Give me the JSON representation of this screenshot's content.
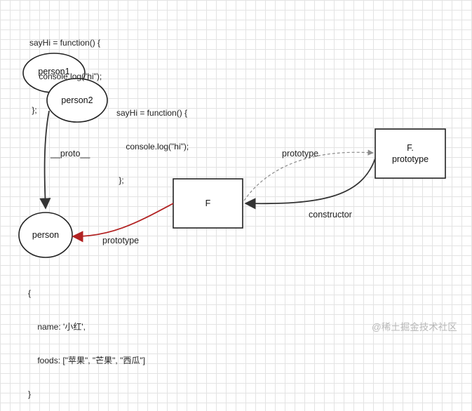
{
  "code_blocks": {
    "top": [
      "sayHi = function() {",
      "    console.log(\"hi\");",
      " };"
    ],
    "right": [
      "sayHi = function() {",
      "    console.log(\"hi\");",
      " };"
    ],
    "bottom": [
      "{",
      "    name: '小红',",
      "    foods: [\"苹果\", \"芒果\", \"西瓜\"]",
      "}"
    ]
  },
  "nodes": {
    "person1": "person1",
    "person2": "person2",
    "person": "person",
    "F": "F",
    "F_prototype": [
      "F.",
      "prototype"
    ]
  },
  "edges": {
    "proto": "__proto__",
    "prototype_to_person": "prototype",
    "prototype_to_Fproto": "prototype",
    "constructor": "constructor"
  },
  "watermark": "@稀土掘金技术社区",
  "colors": {
    "stroke": "#222222",
    "red_arrow": "#b22222",
    "dashed_arrow": "#8a8a8a"
  }
}
